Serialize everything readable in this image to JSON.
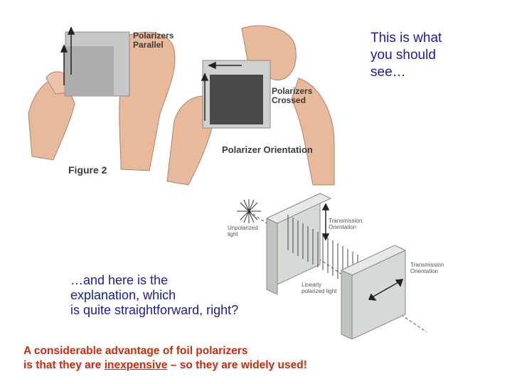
{
  "figure_top": {
    "label_parallel_line1": "Polarizers",
    "label_parallel_line2": "Parallel",
    "label_crossed_line1": "Polarizers",
    "label_crossed_line2": "Crossed",
    "caption": "Polarizer Orientation",
    "figure_label": "Figure 2"
  },
  "figure_bottom": {
    "unpolarized_line1": "Unpolarized",
    "unpolarized_line2": "light",
    "transmission1_line1": "Transmission",
    "transmission1_line2": "Orientation",
    "linearly_line1": "Linearly",
    "linearly_line2": "polarized light",
    "transmission2_line1": "Transmission",
    "transmission2_line2": "Orientation"
  },
  "notes": {
    "top_line1": "This is what",
    "top_line2": "you should",
    "top_line3": "see…",
    "mid_line1": "…and here is the",
    "mid_line2": "explanation, which",
    "mid_line3": "is quite straightforward, right?",
    "bottom_line1": "A considerable advantage of foil polarizers",
    "bottom_line2_pre": "is that they are ",
    "bottom_line2_emph": "inexpensive",
    "bottom_line2_post": " – so they are widely used!"
  },
  "colors": {
    "note_blue": "#1a1aa6",
    "note_red": "#cc2a0c",
    "skin": "#e8b99a",
    "filter_light": "#b9b9b9",
    "filter_dark": "#4a4a4a",
    "block_gray": "#d6dad6"
  }
}
